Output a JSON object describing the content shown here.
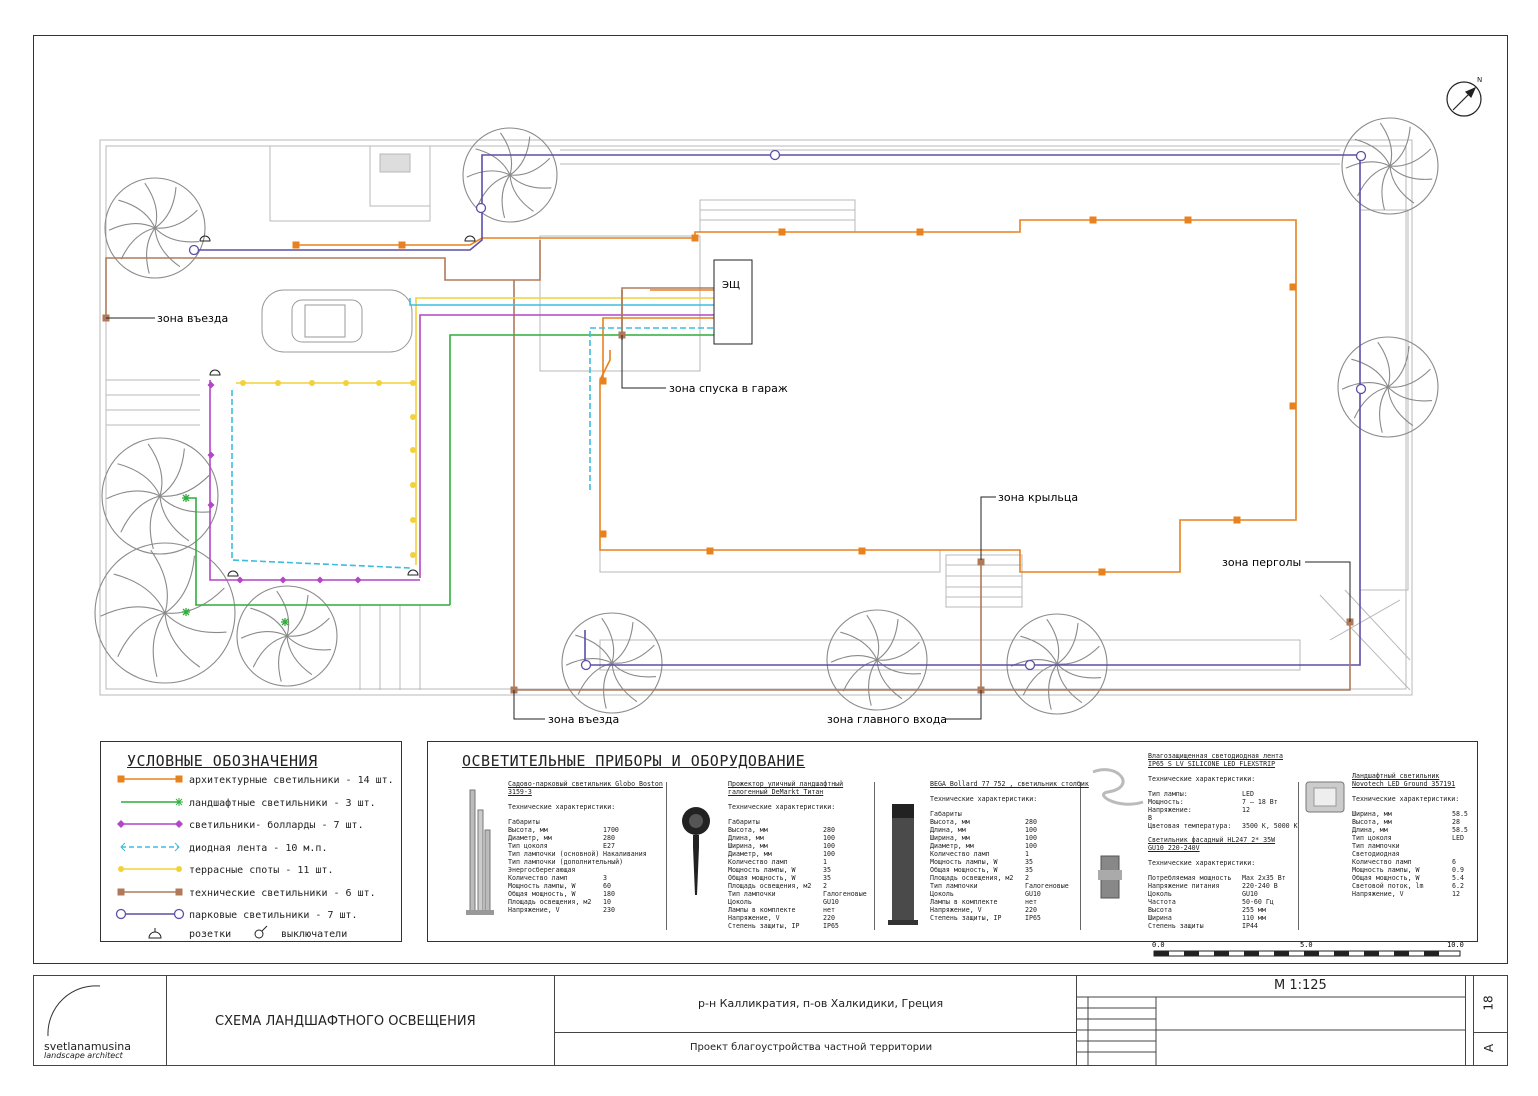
{
  "colors": {
    "architectural": "#e8821e",
    "landscape": "#2fae3a",
    "bollard": "#b445c8",
    "led_strip": "#3bbde0",
    "terrace": "#f2d23a",
    "technical": "#b07a5a",
    "park": "#5b4fa8"
  },
  "plan": {
    "panel_label": "ЭЩ",
    "zones": {
      "entry_top": "зона въезда",
      "garage": "зона спуска в гараж",
      "porch": "зона крыльца",
      "pergola": "зона перголы",
      "entry_bottom": "зона въезда",
      "main_entrance": "зона главного входа"
    }
  },
  "legend": {
    "title": "УСЛОВНЫЕ ОБОЗНАЧЕНИЯ",
    "items": [
      {
        "label": "архитектурные светильники - 14 шт.",
        "icon": "square-marker-line"
      },
      {
        "label": "ландшафтные светильники - 3 шт.",
        "icon": "star-marker-line"
      },
      {
        "label": "светильники- болларды - 7 шт.",
        "icon": "diamond-marker-line"
      },
      {
        "label": "диодная лента - 10 м.п.",
        "icon": "arrow-dash-line"
      },
      {
        "label": "террасные споты - 11 шт.",
        "icon": "dot-marker-line"
      },
      {
        "label": "технические светильники - 6 шт.",
        "icon": "square-marker-line"
      },
      {
        "label": "парковые светильники - 7 шт.",
        "icon": "circle-marker-line"
      }
    ],
    "socket_label": "розетки",
    "switch_label": "выключатели"
  },
  "equipment": {
    "title": "ОСВЕТИТЕЛЬНЫЕ ПРИБОРЫ И ОБОРУДОВАНИЕ",
    "spec_heading": "Технические характеристики:",
    "fixtures": {
      "globo": {
        "name1": "Садово-парковый светильник Globo Boston",
        "name2": "3159-3",
        "specs": [
          [
            "Габариты",
            ""
          ],
          [
            "Высота, мм",
            "1700"
          ],
          [
            "Диаметр, мм",
            "280"
          ],
          [
            "Тип цоколя",
            "E27"
          ],
          [
            "Тип лампочки (основной)",
            "Накаливания"
          ],
          [
            "Тип лампочки (дополнительный)",
            ""
          ],
          [
            "Энергосберегающая",
            ""
          ],
          [
            "Количество ламп",
            "3"
          ],
          [
            "Мощность лампы, W",
            "60"
          ],
          [
            "Общая мощность, W",
            "180"
          ],
          [
            "Площадь освещения, м2",
            "10"
          ],
          [
            "Напряжение, V",
            "230"
          ]
        ]
      },
      "demarkt": {
        "name1": "Прожектор уличный ландшафтный",
        "name2": "галогенный DeMarkt Титан",
        "specs": [
          [
            "Габариты",
            ""
          ],
          [
            "Высота, мм",
            "280"
          ],
          [
            "Длина, мм",
            "100"
          ],
          [
            "Ширина, мм",
            "100"
          ],
          [
            "Диаметр, мм",
            "100"
          ],
          [
            "Количество ламп",
            "1"
          ],
          [
            "Мощность лампы, W",
            "35"
          ],
          [
            "Общая мощность, W",
            "35"
          ],
          [
            "Площадь освещения, м2",
            "2"
          ],
          [
            "Тип лампочки",
            "Галогеновые"
          ],
          [
            "Цоколь",
            "GU10"
          ],
          [
            "Лампы в комплекте",
            "нет"
          ],
          [
            "Напряжение, V",
            "220"
          ],
          [
            "Степень защиты, IP",
            "IP65"
          ]
        ]
      },
      "bega": {
        "name1": "BEGA Bollard 77 752 , светильник столбик",
        "specs": [
          [
            "Габариты",
            ""
          ],
          [
            "Высота, мм",
            "280"
          ],
          [
            "Длина, мм",
            "100"
          ],
          [
            "Ширина, мм",
            "100"
          ],
          [
            "Диаметр, мм",
            "100"
          ],
          [
            "Количество ламп",
            "1"
          ],
          [
            "Мощность лампы, W",
            "35"
          ],
          [
            "Общая мощность, W",
            "35"
          ],
          [
            "Площадь освещения, м2",
            "2"
          ],
          [
            "Тип лампочки",
            "Галогеновые"
          ],
          [
            "Цоколь",
            "GU10"
          ],
          [
            "Лампы в комплекте",
            "нет"
          ],
          [
            "Напряжение, V",
            "220"
          ],
          [
            "Степень защиты, IP",
            "IP65"
          ]
        ]
      },
      "strip": {
        "name1": "Влагозащищенная светодиодная лента",
        "name2": "IP65 S LV SILICONE LED FLEXSTRIP",
        "specs": [
          [
            "Тип лампы:",
            "LED"
          ],
          [
            "Мощность:",
            "7 – 18 Вт"
          ],
          [
            "Напряжение:",
            "12"
          ],
          [
            "В",
            ""
          ],
          [
            "Цветовая температура:",
            "3500 К, 5000 К"
          ]
        ]
      },
      "facade": {
        "name1": "Светильник фасадный HL247 2* 35W",
        "name2": "GU10 220-240V",
        "specs": [
          [
            "Потребляемая мощность",
            "Max 2x35 Вт"
          ],
          [
            "Напряжение питания",
            "220-240 В"
          ],
          [
            "Цоколь",
            "GU10"
          ],
          [
            "Частота",
            "50-60 Гц"
          ],
          [
            "Высота",
            "255 мм"
          ],
          [
            "Ширина",
            "110 мм"
          ],
          [
            "Степень защиты",
            "IP44"
          ]
        ]
      },
      "novotech": {
        "name1": "Ландшафтный светильник",
        "name2": "Novotech LED Ground 357191",
        "specs": [
          [
            "Ширина, мм",
            "58.5"
          ],
          [
            "Высота, мм",
            "28"
          ],
          [
            "Длина, мм",
            "58.5"
          ],
          [
            "",
            ""
          ],
          [
            "Тип цоколя",
            "LED"
          ],
          [
            "Тип лампочки",
            ""
          ],
          [
            "Светодиодная",
            ""
          ],
          [
            "Количество ламп",
            "6"
          ],
          [
            "Мощность лампы, W",
            "0.9"
          ],
          [
            "Общая мощность, W",
            "5.4"
          ],
          [
            "Световой поток, lm",
            "6.2"
          ],
          [
            "Напряжение, V",
            "12"
          ]
        ]
      }
    }
  },
  "scale_bar": {
    "labels": [
      "0.0",
      "5.0",
      "10.0"
    ]
  },
  "title_block": {
    "logo_line1": "svetlanamusina",
    "logo_line2": "landscape architect",
    "drawing_title": "СХЕМА ЛАНДШАФТНОГО ОСВЕЩЕНИЯ",
    "location": "р-н Калликратия, п-ов Халкидики, Греция",
    "project": "Проект благоустройства частной территории",
    "scale": "М 1:125",
    "sheet": "18",
    "format": "А"
  },
  "north_icon": "north-arrow-icon"
}
